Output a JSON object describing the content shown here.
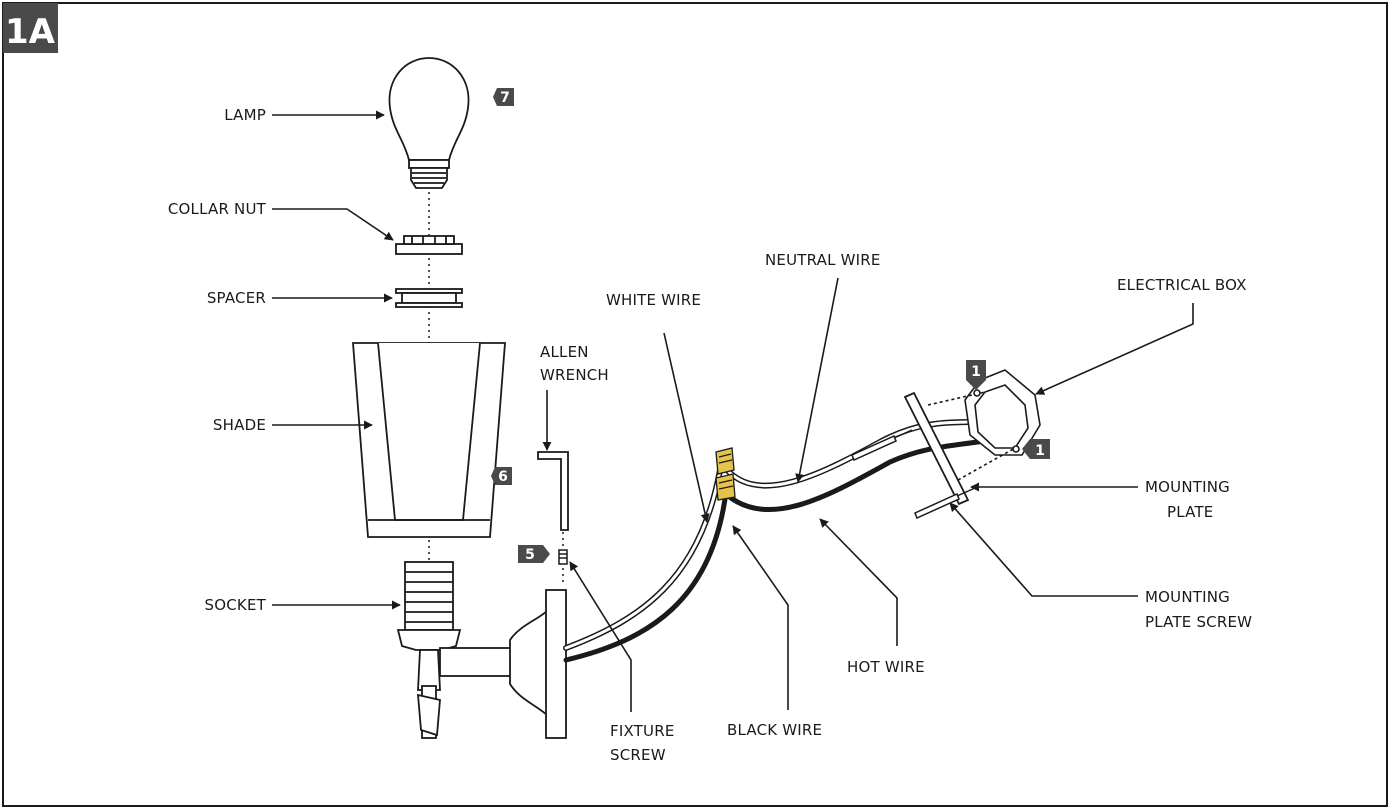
{
  "figure": {
    "badge": "1A"
  },
  "labels": {
    "lamp": "LAMP",
    "collar_nut": "COLLAR NUT",
    "spacer": "SPACER",
    "shade": "SHADE",
    "socket": "SOCKET",
    "allen_wrench_1": "ALLEN",
    "allen_wrench_2": "WRENCH",
    "fixture_screw_1": "FIXTURE",
    "fixture_screw_2": "SCREW",
    "white_wire": "WHITE WIRE",
    "neutral_wire": "NEUTRAL WIRE",
    "black_wire": "BLACK WIRE",
    "hot_wire": "HOT WIRE",
    "electrical_box": "ELECTRICAL BOX",
    "mounting_plate_1": "MOUNTING",
    "mounting_plate_2": "PLATE",
    "mounting_plate_screw_1": "MOUNTING",
    "mounting_plate_screw_2": "PLATE SCREW"
  },
  "steps": {
    "lamp": "7",
    "shade": "6",
    "fixture_screw": "5",
    "box_top": "1",
    "box_bottom": "1"
  },
  "colors": {
    "badge": "#4a4a4a",
    "line": "#1a1a1a",
    "wire_nut": "#e6c34a"
  }
}
